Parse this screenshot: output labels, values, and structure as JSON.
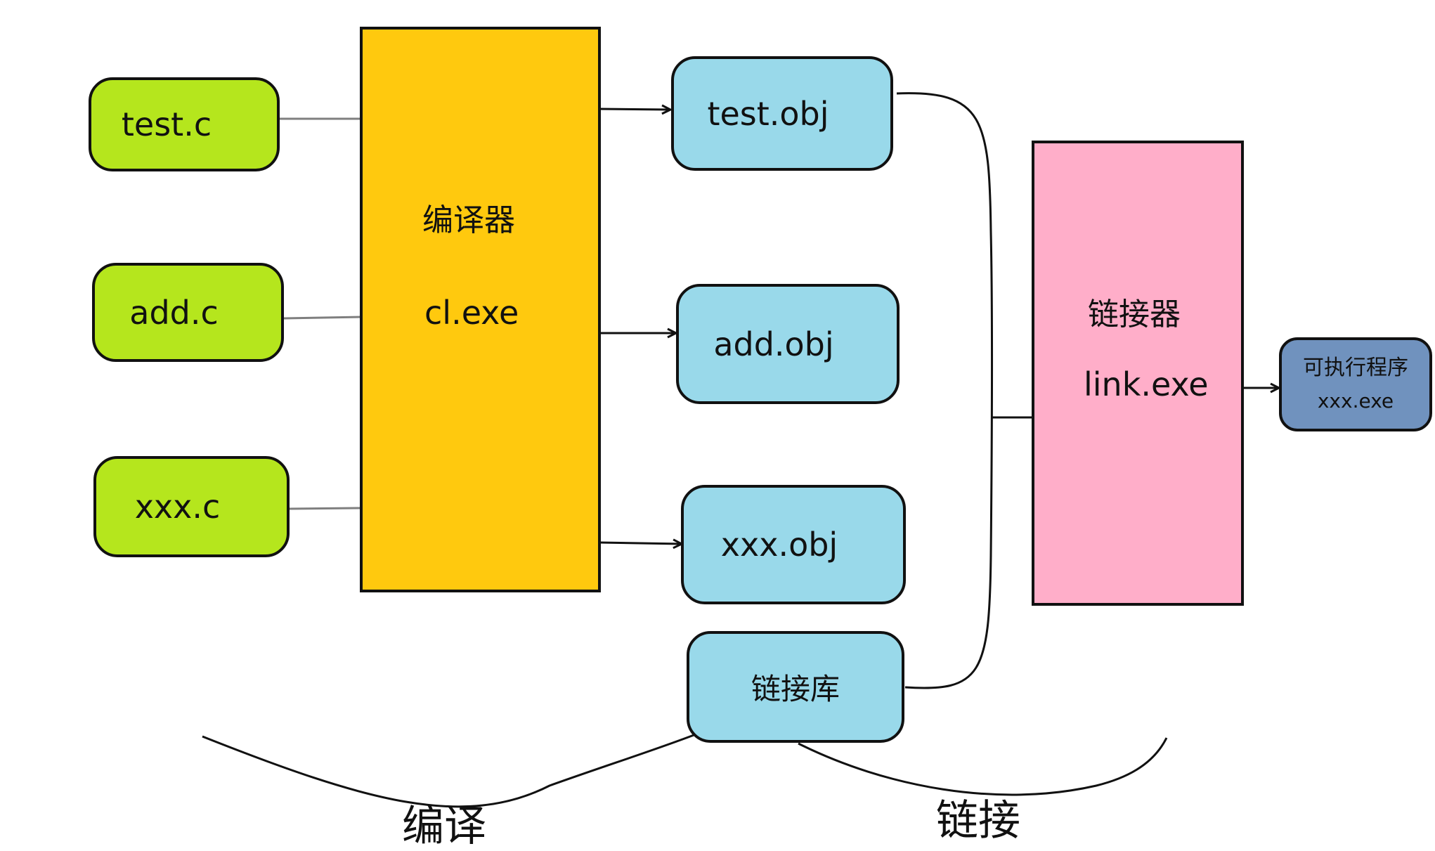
{
  "sources": [
    {
      "label": "test.c"
    },
    {
      "label": "add.c"
    },
    {
      "label": "xxx.c"
    }
  ],
  "compiler": {
    "name": "编译器",
    "program": "cl.exe"
  },
  "objects": [
    {
      "label": "test.obj"
    },
    {
      "label": "add.obj"
    },
    {
      "label": "xxx.obj"
    }
  ],
  "library": {
    "label": "链接库"
  },
  "linker": {
    "name": "链接器",
    "program": "link.exe"
  },
  "executable": {
    "name": "可执行程序",
    "file": "xxx.exe"
  },
  "stages": {
    "compile": "编译",
    "link": "链接"
  },
  "colors": {
    "source_fill": "#b5e61d",
    "compiler_fill": "#ffc90e",
    "object_fill": "#99d9ea",
    "linker_fill": "#ffaec9",
    "executable_fill": "#7092be",
    "source_link_line": "#7f7f7f",
    "outline": "#111111"
  }
}
